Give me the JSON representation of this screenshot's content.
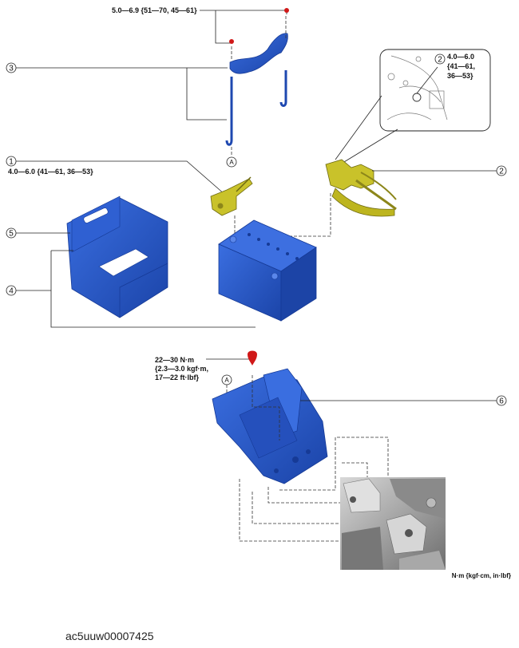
{
  "callouts": {
    "c1": "1",
    "c2": "2",
    "c2_inset": "2",
    "c3": "3",
    "c4": "4",
    "c5": "5",
    "c6": "6"
  },
  "reference_marks": {
    "a_upper": "A",
    "a_lower": "A"
  },
  "torque": {
    "clamp_rod": "5.0—6.9 {51—70, 45—61}",
    "positive_terminal": "4.0—6.0 {41—61, 36—53}",
    "negative_line1": "4.0—6.0",
    "negative_line2": "{41—61,",
    "negative_line3": "36—53}",
    "tray_line1": "22—30 N·m",
    "tray_line2": "{2.3—3.0 kgf·m,",
    "tray_line3": "17—22 ft·lbf}"
  },
  "unit_note": "N·m {kgf·cm, in·lbf}",
  "figure_code": "ac5uuw00007425",
  "colors": {
    "part_blue": "#2a57c4",
    "part_blue_dark": "#163a96",
    "terminal_yellow": "#c9c22a",
    "marker_red": "#d01818",
    "engine_gray": "#9a9a9a"
  }
}
